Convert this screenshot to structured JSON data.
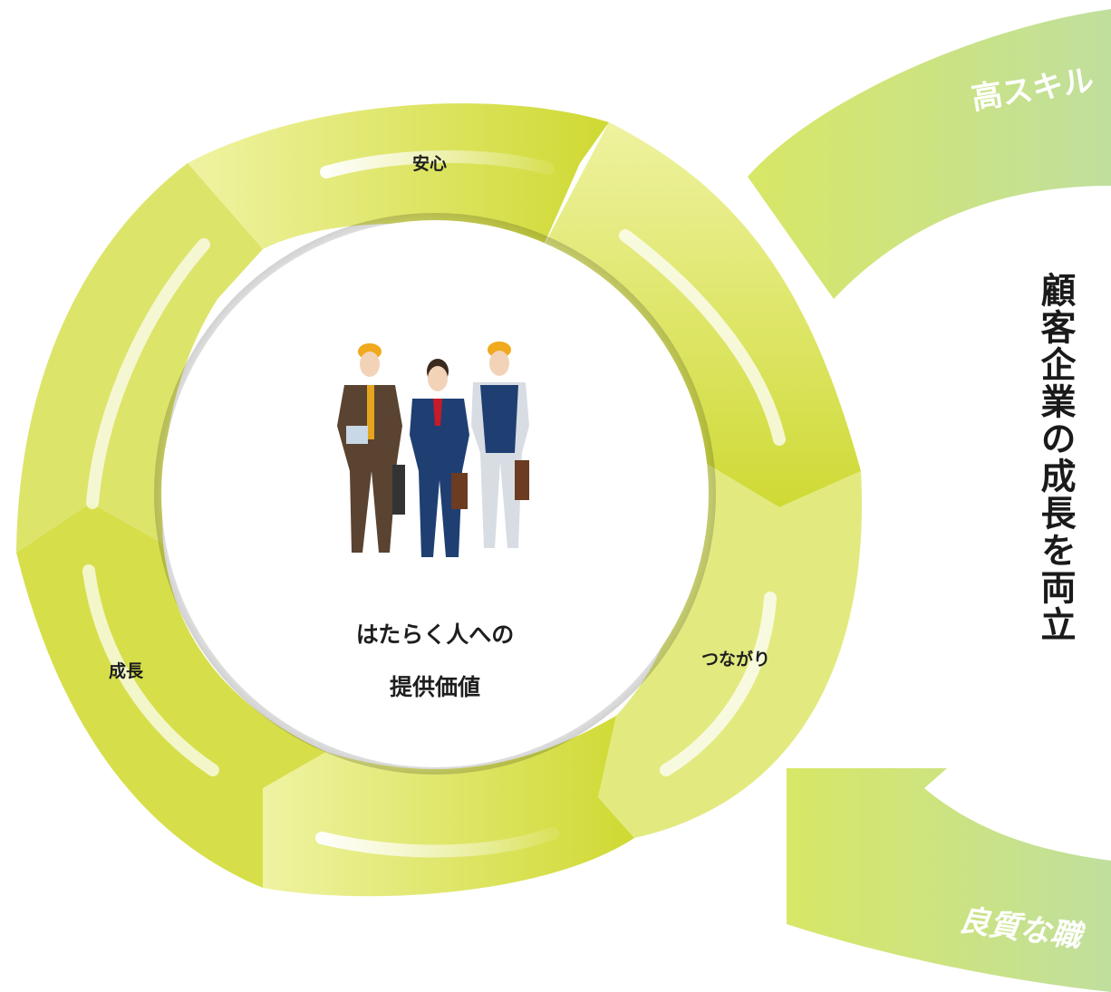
{
  "cycle": {
    "segments": [
      {
        "label": "安心"
      },
      {
        "label": "つながり"
      },
      {
        "label": "成長"
      }
    ],
    "center": {
      "line1": "はたらく人への",
      "line2": "提供価値"
    }
  },
  "side": {
    "vertical_title": "顧客企業の成長を両立",
    "arrow_top_text": "高スキル",
    "arrow_bottom_text": "良質な職"
  },
  "colors": {
    "ring_dark": "#cfd931",
    "ring_light": "#eef29e",
    "arrow_green_left": "#dbe86a",
    "arrow_green_right": "#bfdf9b",
    "text_dark": "#1e1e1e"
  }
}
